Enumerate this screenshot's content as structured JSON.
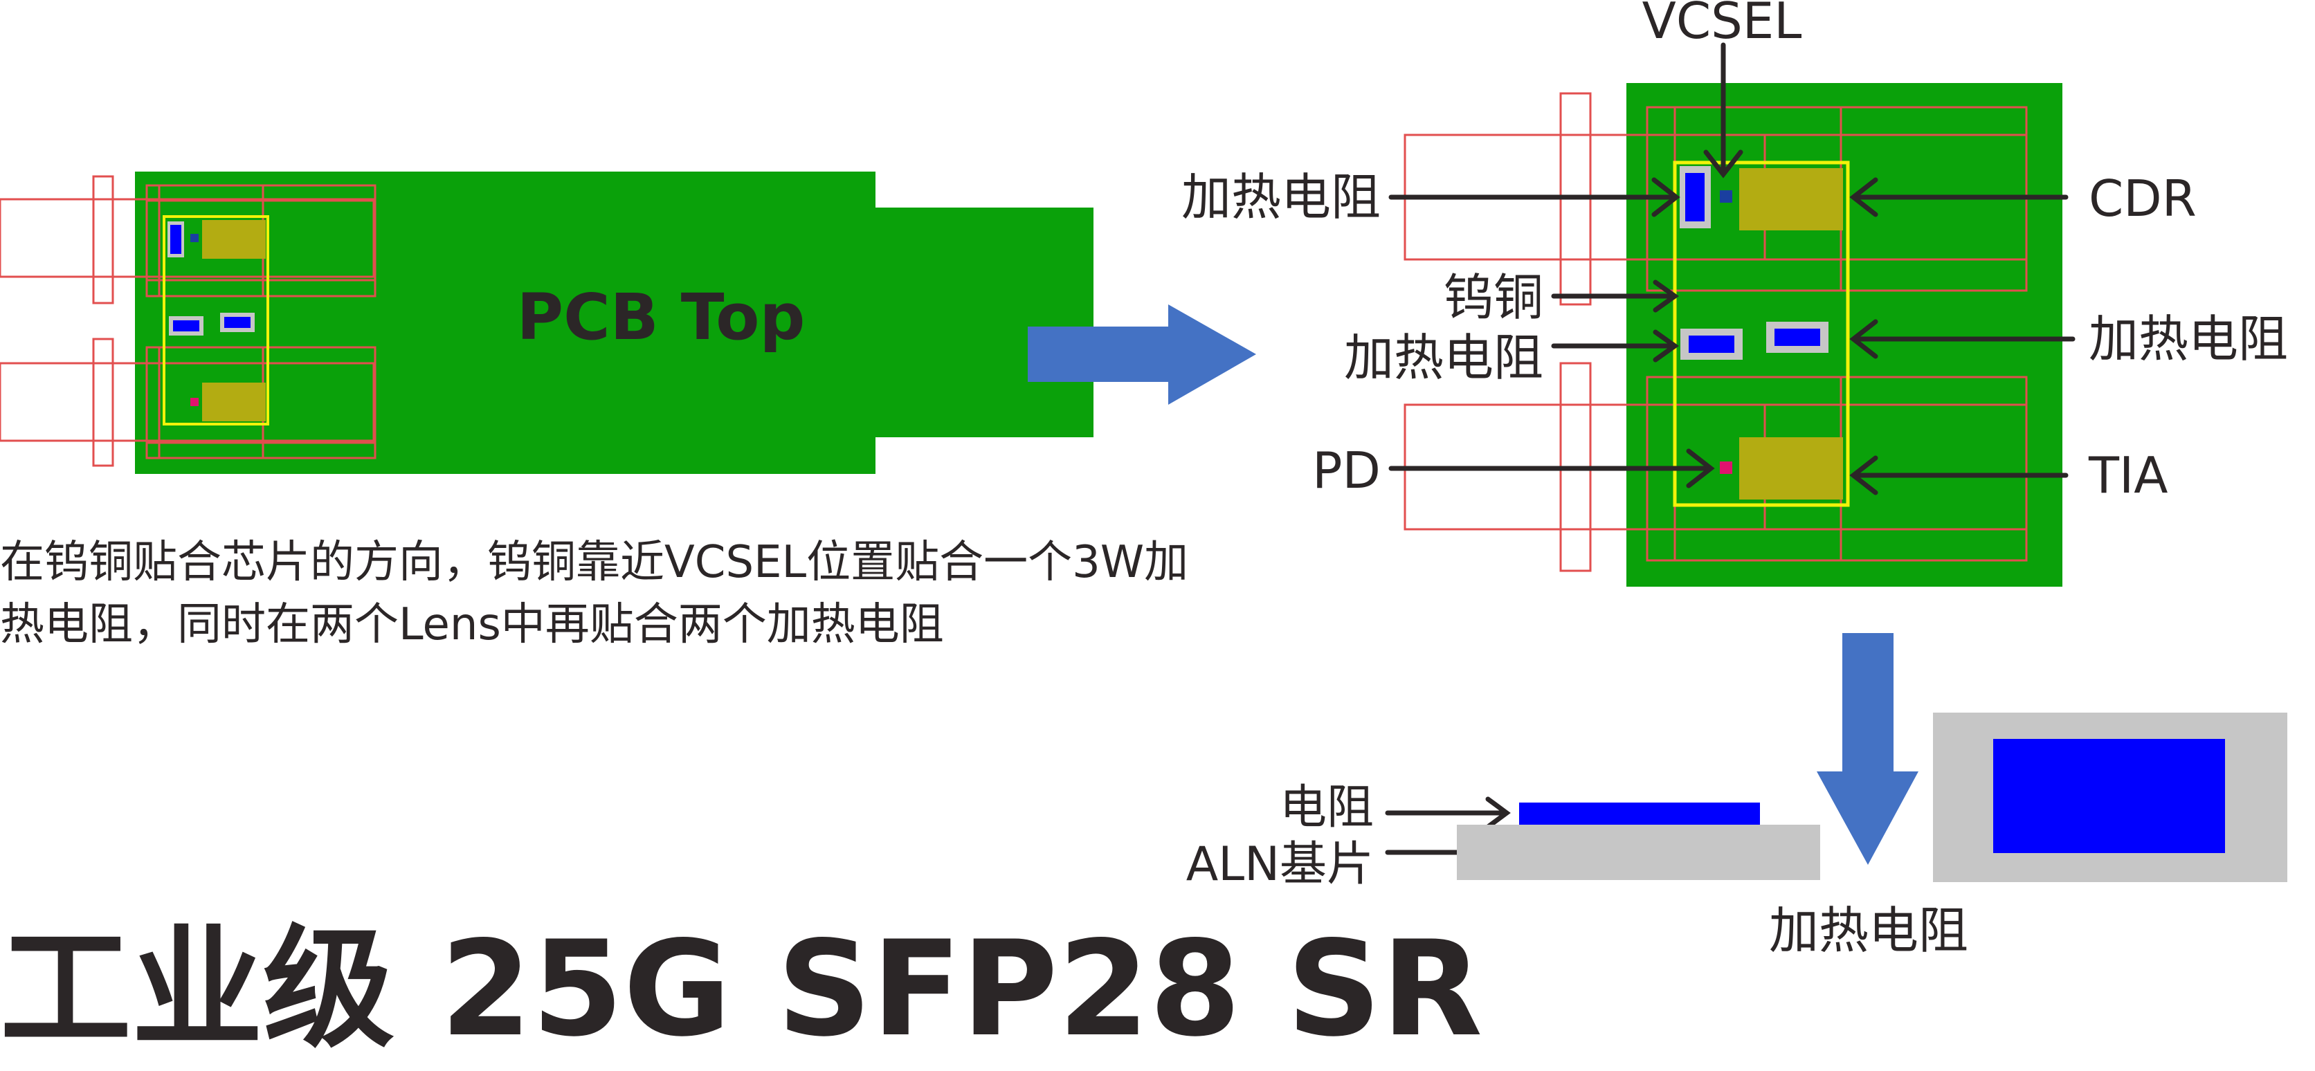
{
  "title": "工业级 25G SFP28 SR",
  "description": "在钨铜贴合芯片的方向，钨铜靠近VCSEL位置贴合一个3W加热电阻，同时在两个Lens中再贴合两个加热电阻",
  "pcb_label": "PCB Top",
  "zoom_labels": {
    "vcsel": "VCSEL",
    "heater_top_left": "加热电阻",
    "cdr": "CDR",
    "tungsten_copper": "钨铜",
    "heater_middle_left": "加热电阻",
    "heater_middle_right": "加热电阻",
    "pd": "PD",
    "tia": "TIA"
  },
  "cross_section_labels": {
    "resistor": "电阻",
    "aln_substrate": "ALN基片",
    "heater": "加热电阻"
  },
  "colors": {
    "pcb_green": "#0aa10a",
    "chip_olive": "#b3ac12",
    "outline_yellow": "#f2f20a",
    "lens_red": "#e24f4f",
    "resistor_blue": "#0000ff",
    "substrate_gray": "#c6c6c6",
    "arrow_blue": "#4472c4",
    "text_dark": "#2b2627",
    "pd_magenta": "#e0136e"
  }
}
